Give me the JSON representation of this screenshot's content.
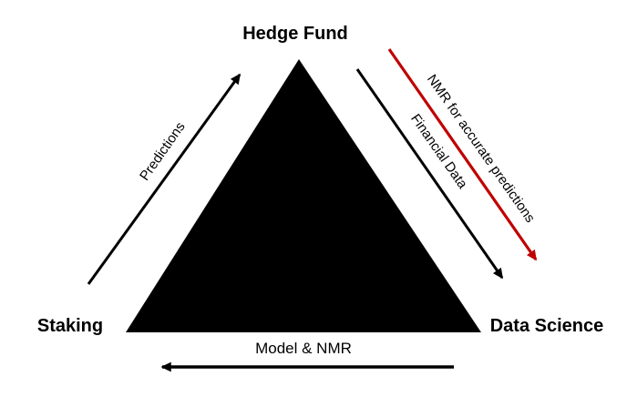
{
  "diagram": {
    "type": "triangle-flow",
    "background_color": "#ffffff",
    "shape_color": "#000000",
    "text_color": "#000000",
    "accent_red": "#c00000",
    "nodes": {
      "top": {
        "label": "Hedge Fund"
      },
      "bottom_left": {
        "label": "Staking"
      },
      "bottom_right": {
        "label": "Data Science"
      }
    },
    "edges": {
      "predictions": {
        "label": "Predictions",
        "from": "Staking",
        "to": "Hedge Fund",
        "color": "#000000"
      },
      "financial_data": {
        "label": "Financial Data",
        "from": "Hedge Fund",
        "to": "Data Science",
        "color": "#000000"
      },
      "nmr_for_predictions": {
        "label": "NMR for accurate predictions",
        "from": "Hedge Fund",
        "to": "Data Science",
        "color": "#c00000"
      },
      "model_and_nmr": {
        "label": "Model & NMR",
        "from": "Data Science",
        "to": "Staking",
        "color": "#000000"
      }
    }
  }
}
